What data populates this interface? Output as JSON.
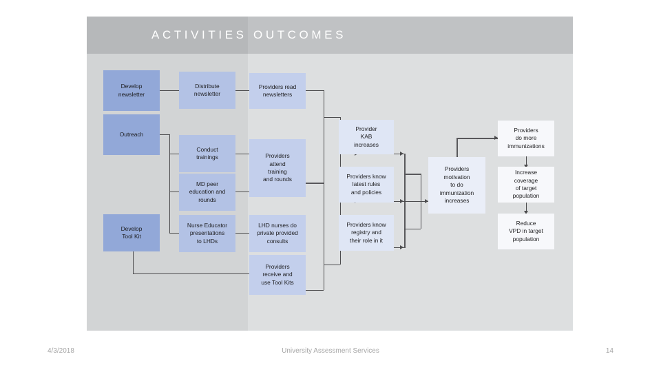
{
  "slide": {
    "bands": {
      "activities": "ACTIVITIES",
      "outcomes": "OUTCOMES"
    },
    "colors": {
      "panel_left": "#d2d4d5",
      "panel_right": "#dddfe0",
      "band_left": "#b6b8ba",
      "band_right": "#c0c2c4",
      "tier1": "#92a8d8",
      "tier2": "#b3c2e5",
      "tier3": "#c3cfec",
      "tier4": "#dfe6f5",
      "tier5": "#eaeef8",
      "tier6": "#f7f8fb",
      "connector": "#4c4c4e",
      "footer_text": "#a6a6a6"
    }
  },
  "boxes": {
    "develop_newsletter": "Develop\nnewsletter",
    "outreach": "Outreach",
    "develop_tool_kit": "Develop\nTool Kit",
    "distribute_newsletter": "Distribute\nnewsletter",
    "conduct_trainings": "Conduct\ntrainings",
    "md_peer_education": "MD peer\neducation and\nrounds",
    "nurse_educator_presentations": "Nurse Educator\npresentations\nto LHDs",
    "providers_read_newsletters": "Providers read\nnewsletters",
    "providers_attend_training": "Providers\nattend\ntraining\nand rounds",
    "lhd_nurses_consults": "LHD nurses do\nprivate provided\nconsults",
    "providers_use_tool_kits": "Providers\nreceive and\nuse Tool Kits",
    "provider_kab_increases": "Provider\nKAB\nincreases",
    "providers_know_rules": "Providers know\nlatest rules\nand policies",
    "providers_know_registry": "Providers know\nregistry and\ntheir role in it",
    "providers_motivation": "Providers\nmotivation\nto do\nimmunization\nincreases",
    "providers_do_more_immunizations": "Providers\ndo more\nimmunizations",
    "increase_coverage": "Increase\ncoverage\nof target\npopulation",
    "reduce_vpd": "Reduce\nVPD in target\npopulation"
  },
  "footer": {
    "date": "4/3/2018",
    "center": "University Assessment Services",
    "page": "14"
  }
}
